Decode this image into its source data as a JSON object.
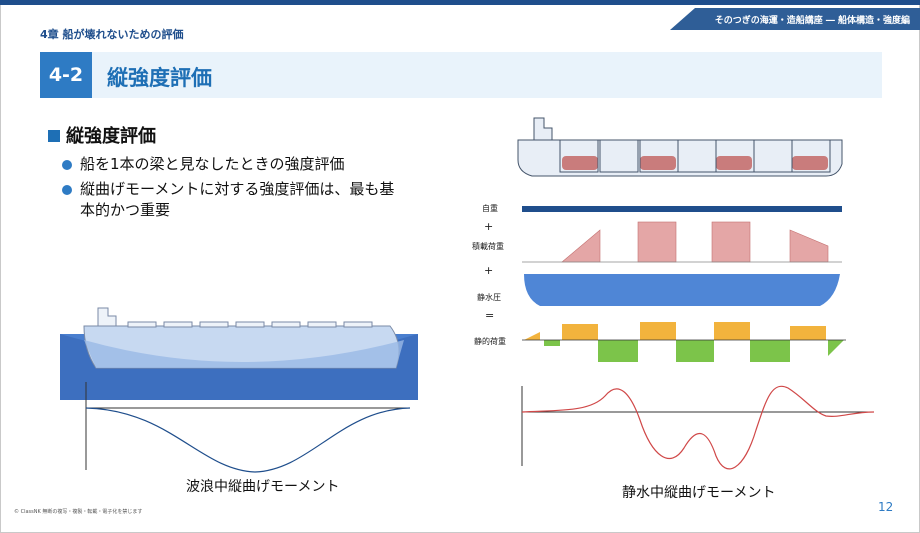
{
  "header": {
    "chapter": "4章 船が壊れないための評価",
    "course": "そのつぎの海運・造船講座 ― 船体構造・強度編"
  },
  "section": {
    "number": "4-2",
    "title": "縦強度評価"
  },
  "content": {
    "heading": "縦強度評価",
    "bullets": [
      "船を1本の梁と見なしたときの強度評価",
      "縦曲げモーメントに対する強度評価は、最も基本的かつ重要"
    ]
  },
  "figure_left": {
    "caption": "波浪中縦曲げモーメント"
  },
  "figure_right": {
    "labels": {
      "self_weight": "自重",
      "cargo": "積載荷重",
      "hydrostatic": "静水圧",
      "static_load": "静的荷重"
    },
    "operators": {
      "plus1": "+",
      "plus2": "+",
      "equals": "="
    },
    "caption": "静水中縦曲げモーメント"
  },
  "footer": {
    "copyright": "© ClassNK 無断の複写・複製・転載・電子化を禁じます",
    "page_number": "12"
  }
}
